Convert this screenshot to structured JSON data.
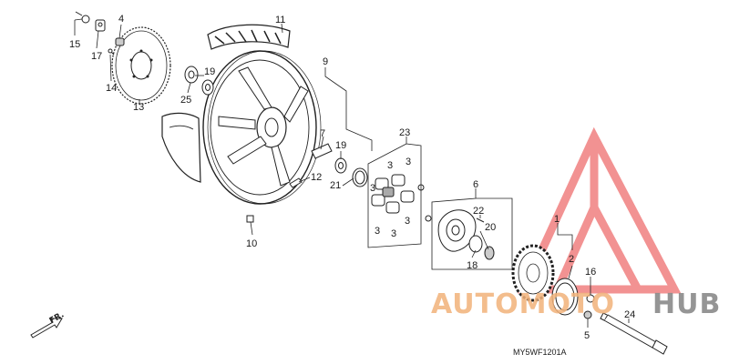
{
  "diagram": {
    "code": "MY5WF1201A",
    "front_marker": "FR.",
    "callouts": [
      {
        "id": "c15",
        "text": "15"
      },
      {
        "id": "c4",
        "text": "4"
      },
      {
        "id": "c17",
        "text": "17"
      },
      {
        "id": "c14",
        "text": "14"
      },
      {
        "id": "c13",
        "text": "13"
      },
      {
        "id": "c19a",
        "text": "19"
      },
      {
        "id": "c25",
        "text": "25"
      },
      {
        "id": "c11",
        "text": "11"
      },
      {
        "id": "c9",
        "text": "9"
      },
      {
        "id": "c7",
        "text": "7"
      },
      {
        "id": "c19b",
        "text": "19"
      },
      {
        "id": "c12",
        "text": "12"
      },
      {
        "id": "c21",
        "text": "21"
      },
      {
        "id": "c10",
        "text": "10"
      },
      {
        "id": "c23",
        "text": "23"
      },
      {
        "id": "c3a",
        "text": "3"
      },
      {
        "id": "c3b",
        "text": "3"
      },
      {
        "id": "c3c",
        "text": "3"
      },
      {
        "id": "c3d",
        "text": "3"
      },
      {
        "id": "c3e",
        "text": "3"
      },
      {
        "id": "c3f",
        "text": "3"
      },
      {
        "id": "c6",
        "text": "6"
      },
      {
        "id": "c22",
        "text": "22"
      },
      {
        "id": "c20",
        "text": "20"
      },
      {
        "id": "c18",
        "text": "18"
      },
      {
        "id": "c1",
        "text": "1"
      },
      {
        "id": "c2",
        "text": "2"
      },
      {
        "id": "c16",
        "text": "16"
      },
      {
        "id": "c5",
        "text": "5"
      },
      {
        "id": "c24",
        "text": "24"
      }
    ]
  },
  "watermark": {
    "part1": "AUTOMOTO",
    "part2": "HUB",
    "color_orange": "#f2b27a",
    "color_gray": "#8a8a8a",
    "color_logo": "#f08080"
  }
}
